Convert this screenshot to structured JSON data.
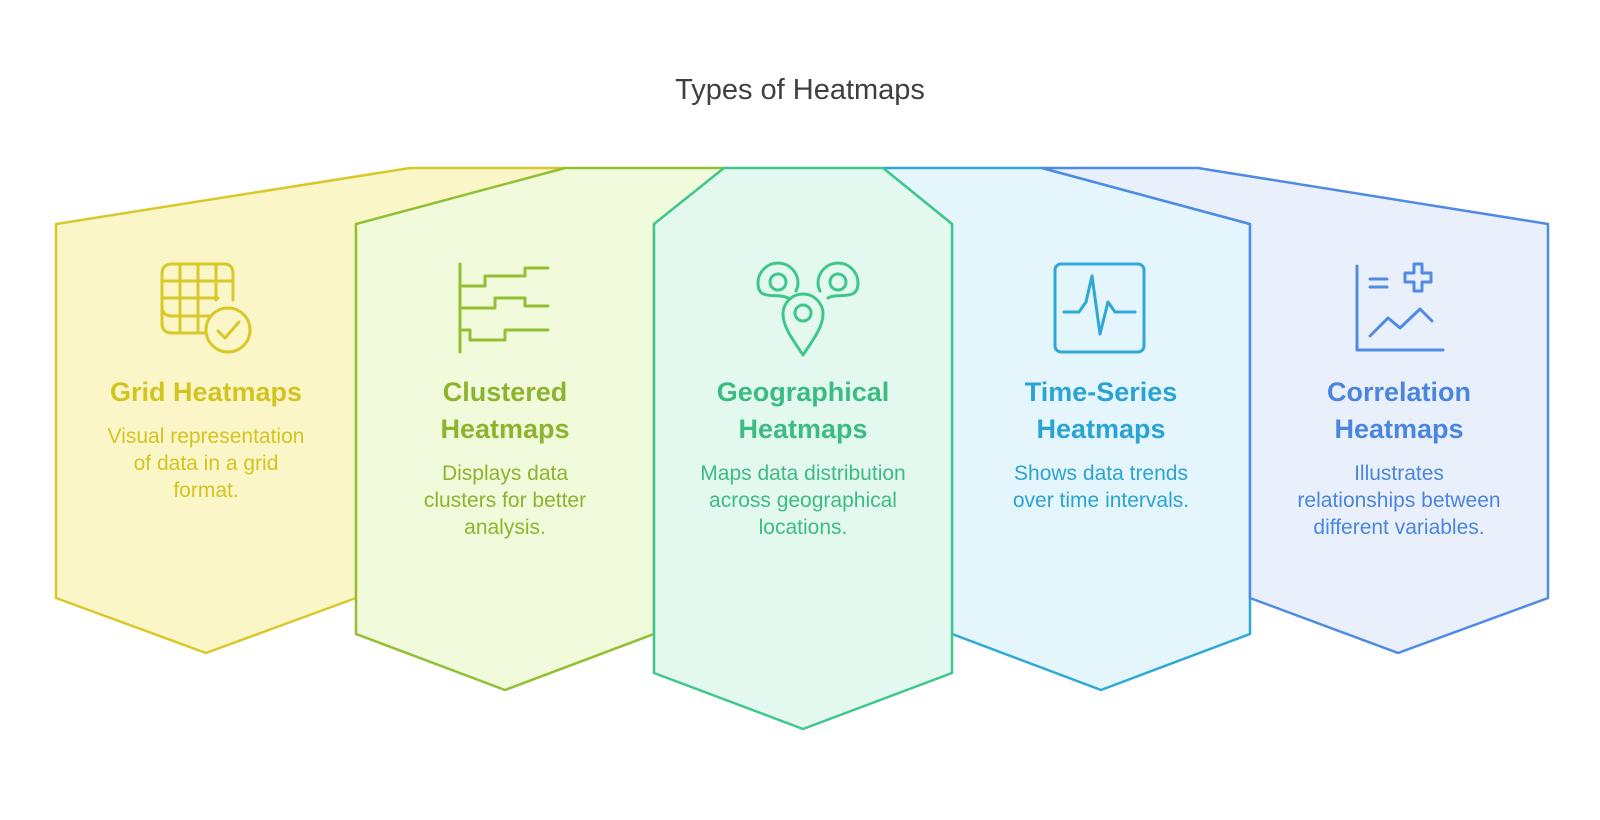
{
  "title": "Types of Heatmaps",
  "cards": [
    {
      "heading": "Grid Heatmaps",
      "description": "Visual representation of data in a grid format.",
      "icon": "grid-check-icon",
      "stroke": "#d8c82a",
      "fill": "#fbf6c7",
      "text": "#d4c421"
    },
    {
      "heading": "Clustered Heatmaps",
      "description": "Displays data clusters for better analysis.",
      "icon": "cluster-steps-icon",
      "stroke": "#93bf33",
      "fill": "#f1fadb",
      "text": "#8db42e"
    },
    {
      "heading": "Geographical Heatmaps",
      "description": "Maps data distribution across geographical locations.",
      "icon": "map-pins-icon",
      "stroke": "#3fc78b",
      "fill": "#e3f9ef",
      "text": "#3cbb82"
    },
    {
      "heading": "Time-Series Heatmaps",
      "description": "Shows data trends over time intervals.",
      "icon": "waveform-icon",
      "stroke": "#2fa8d6",
      "fill": "#e4f5fc",
      "text": "#2ba3d3"
    },
    {
      "heading": "Correlation Heatmaps",
      "description": "Illustrates relationships between different variables.",
      "icon": "correlation-chart-icon",
      "stroke": "#4f8be3",
      "fill": "#eaf0fb",
      "text": "#4a86df"
    }
  ]
}
